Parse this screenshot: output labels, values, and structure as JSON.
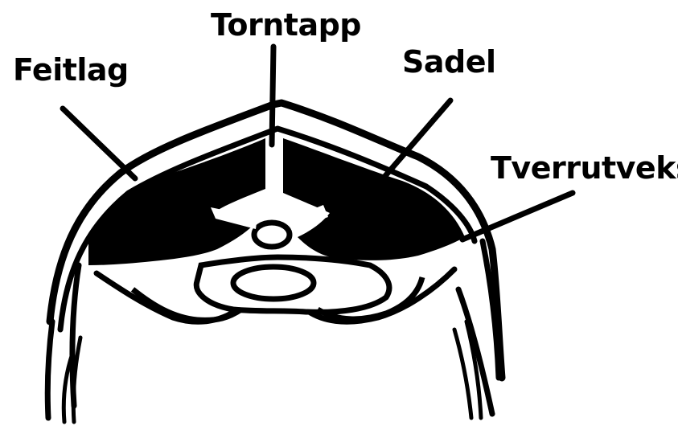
{
  "labels": {
    "fat_layer": "Feitlag",
    "spinous_process": "Torntapp",
    "saddle": "Sadel",
    "transverse_process": "Tverrutvekst"
  },
  "colors": {
    "ink": "#000000",
    "paper": "#ffffff"
  }
}
